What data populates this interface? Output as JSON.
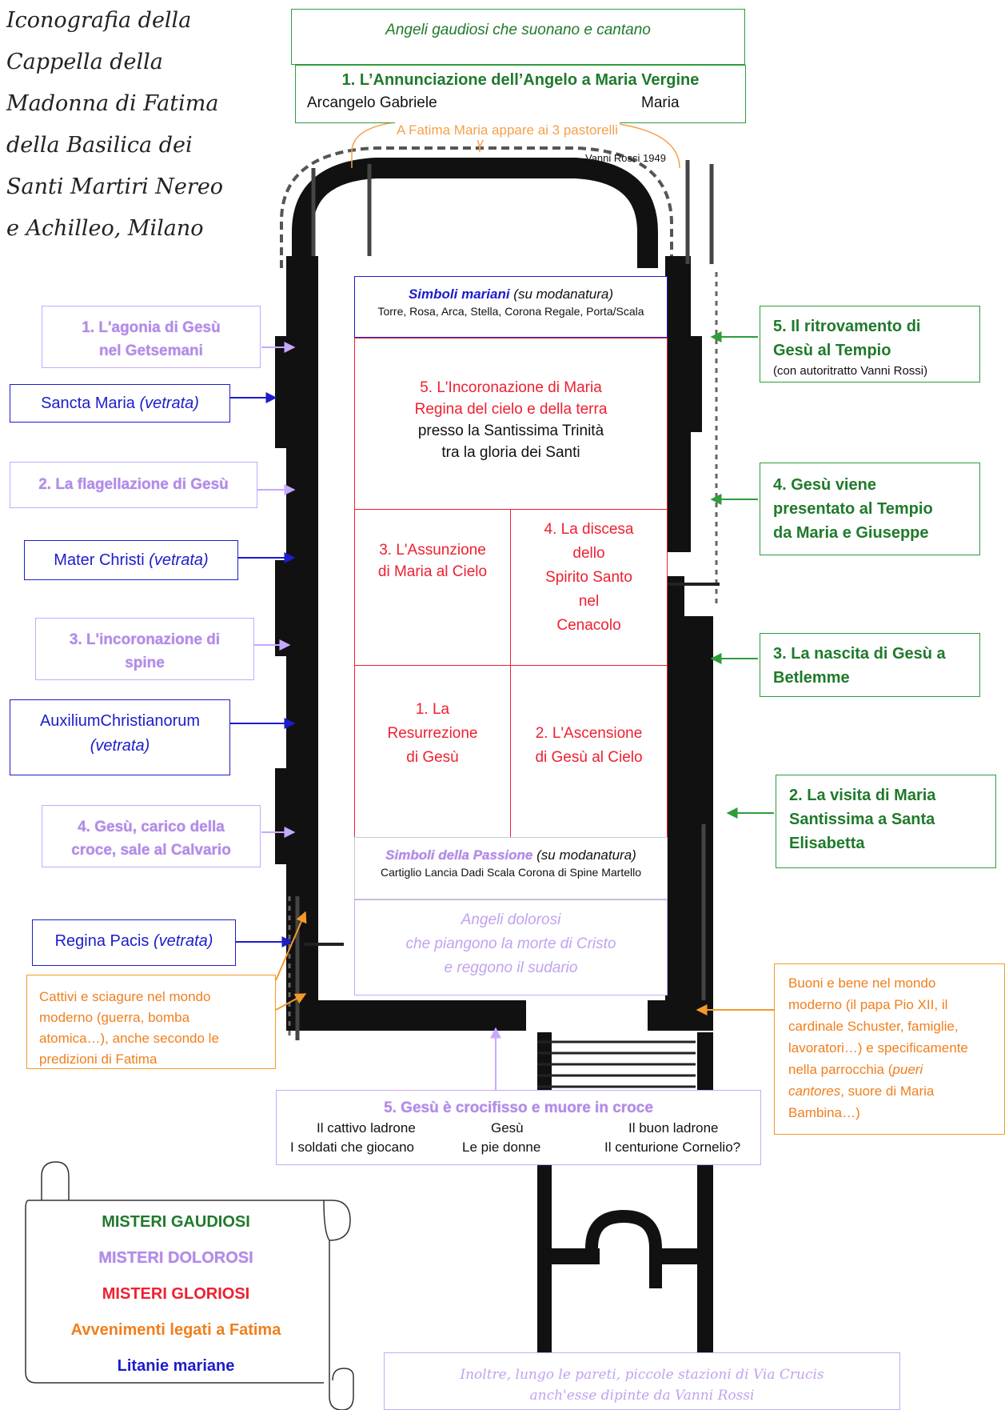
{
  "title_lines": [
    "Iconografia della",
    "Cappella della",
    "Madonna di Fatima",
    "della Basilica dei",
    "Santi Martiri Nereo",
    "e Achilleo, Milano"
  ],
  "top": {
    "angeli_gaudiosi": "Angeli gaudiosi che suonano e cantano",
    "annunciazione_title": "1.   L’Annunciazione dell’Angelo a Maria Vergine",
    "annunciazione_left": "Arcangelo Gabriele",
    "annunciazione_right": "Maria",
    "fatima_apparizione": "A Fatima Maria appare ai 3 pastorelli",
    "signature": "Vanni Rossi 1949"
  },
  "center": {
    "simboli_mariani_title": "Simboli mariani",
    "simboli_mariani_note": "(su modanatura)",
    "simboli_mariani_list": "Torre, Rosa, Arca, Stella, Corona Regale, Porta/Scala",
    "incoronazione_line1": "5. L'Incoronazione di Maria",
    "incoronazione_line2": "Regina del cielo e della terra",
    "incoronazione_line3": "presso la Santissima Trinità",
    "incoronazione_line4": "tra la gloria dei Santi",
    "assunzione_line1": "3. L'Assunzione",
    "assunzione_line2": "di Maria al Cielo",
    "discesa_line1": "4.  La discesa",
    "discesa_line2": "dello",
    "discesa_line3": "Spirito Santo",
    "discesa_line4": "nel",
    "discesa_line5": "Cenacolo",
    "resurrezione_line1": "1. La",
    "resurrezione_line2": "Resurrezione",
    "resurrezione_line3": "di Gesù",
    "ascensione_line1": "2. L'Ascensione",
    "ascensione_line2": "di Gesù al Cielo",
    "passione_title": "Simboli della Passione",
    "passione_note": "(su modanatura)",
    "passione_list": "Cartiglio Lancia Dadi Scala Corona di Spine Martello",
    "angeli_dolorosi_line1": "Angeli dolorosi",
    "angeli_dolorosi_line2": "che piangono la morte di Cristo",
    "angeli_dolorosi_line3": "e reggono il sudario"
  },
  "left": {
    "agonia_line1": "1. L'agonia di Gesù",
    "agonia_line2": "nel Getsemani",
    "sancta_maria": "Sancta Maria",
    "sancta_maria_note": "(vetrata)",
    "flagellazione": "2. La flagellazione di Gesù",
    "mater_christi": "Mater Christi",
    "mater_christi_note": "(vetrata)",
    "incoronazione_spine_line1": "3. L'incoronazione di",
    "incoronazione_spine_line2": "spine",
    "auxilium_line1": "AuxiliumChristianorum",
    "auxilium_line2": "(vetrata)",
    "calvario_line1": "4. Gesù, carico della",
    "calvario_line2": "croce, sale al Calvario",
    "regina_pacis": "Regina Pacis",
    "regina_pacis_note": "(vetrata)",
    "cattivi_line1": "Cattivi e  sciagure nel mondo",
    "cattivi_line2": "moderno (guerra, bomba",
    "cattivi_line3": "atomica…), anche secondo le",
    "cattivi_line4": "predizioni di Fatima"
  },
  "right": {
    "ritrovamento_line1": "5. Il ritrovamento di",
    "ritrovamento_line2": "Gesù al Tempio",
    "ritrovamento_line3": "(con autoritratto Vanni Rossi)",
    "presentato_line1": "4. Gesù viene",
    "presentato_line2": "presentato al Tempio",
    "presentato_line3": "da Maria e Giuseppe",
    "nascita_line1": "3. La nascita di Gesù a",
    "nascita_line2": "Betlemme",
    "visita_line1": "2. La visita di Maria",
    "visita_line2": "Santissima a Santa",
    "visita_line3": "Elisabetta",
    "buoni_line1": "Buoni e bene nel mondo",
    "buoni_line2": "moderno (il papa Pio XII, il",
    "buoni_line3": "cardinale Schuster, famiglie,",
    "buoni_line4": "lavoratori…) e specificamente",
    "buoni_line5a": "nella parrocchia (",
    "buoni_line5b": "pueri",
    "buoni_line6a": "cantores",
    "buoni_line6b": ", suore di Maria",
    "buoni_line7": "Bambina…)"
  },
  "bottom": {
    "crocifisso_title": "5. Gesù è crocifisso e muore in croce",
    "cattivo_ladrone": "Il cattivo ladrone",
    "gesu": "Gesù",
    "buon_ladrone": "Il buon ladrone",
    "soldati": "I soldati che giocano",
    "pie_donne": "Le pie donne",
    "centurione": "Il centurione Cornelio?",
    "via_crucis_line1": "Inoltre, lungo le pareti, piccole stazioni di Via Crucis",
    "via_crucis_line2": "anch'esse dipinte da Vanni Rossi"
  },
  "legend": {
    "gaudiosi": "MISTERI GAUDIOSI",
    "dolorosi": "MISTERI DOLOROSI",
    "gloriosi": "MISTERI GLORIOSI",
    "fatima": "Avvenimenti legati a Fatima",
    "litanie": "Litanie mariane"
  },
  "colors": {
    "gaudiosi": "#1f7a2b",
    "dolorosi": "#b28ce8",
    "gloriosi": "#ee2030",
    "fatima": "#f07f1d",
    "litanie": "#1c1ccc"
  }
}
